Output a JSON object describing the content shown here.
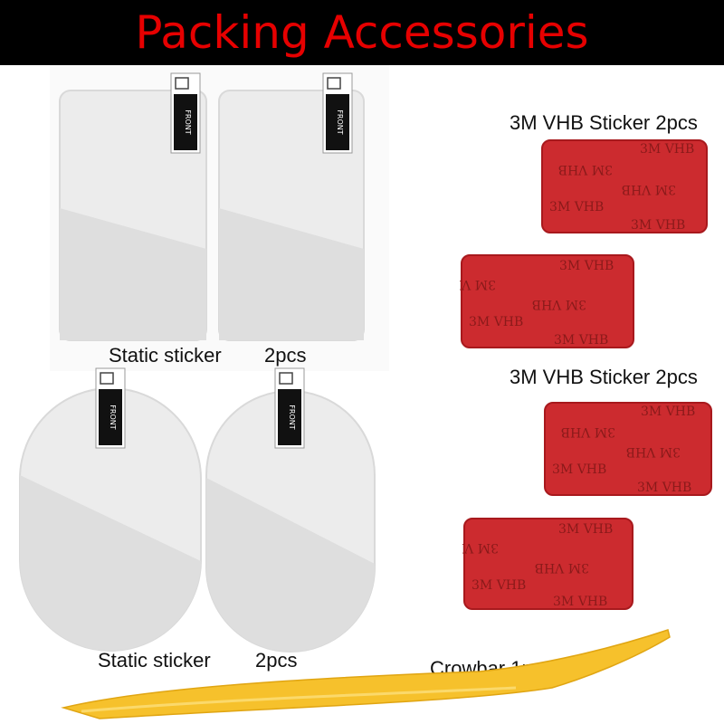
{
  "title": "Packing Accessories",
  "labels": {
    "static_top": "Static sticker",
    "static_top_qty": "2pcs",
    "static_bottom": "Static sticker",
    "static_bottom_qty": "2pcs",
    "vhb_top": "3M VHB Sticker 2pcs",
    "vhb_bottom": "3M VHB Sticker 2pcs",
    "crowbar": "Crowbar 1pcs"
  },
  "pad_text": "3M VHB",
  "tag_text": "FRONT",
  "colors": {
    "banner_bg": "#000000",
    "title": "#e60000",
    "pad_red": "#cc2b2f",
    "pad_dark": "#a8191d",
    "film": "#e9e9e9",
    "crowbar": "#f6c12c"
  }
}
